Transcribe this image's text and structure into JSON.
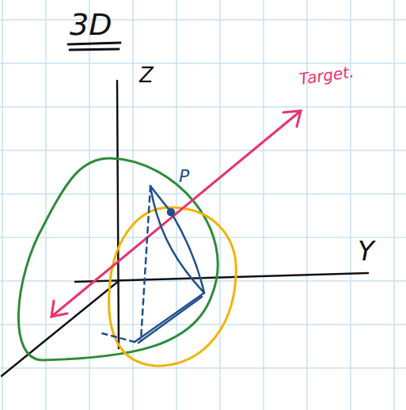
{
  "diagram": {
    "title": "3D",
    "labels": [
      "Z",
      "Target.",
      "P",
      "Y"
    ]
  }
}
